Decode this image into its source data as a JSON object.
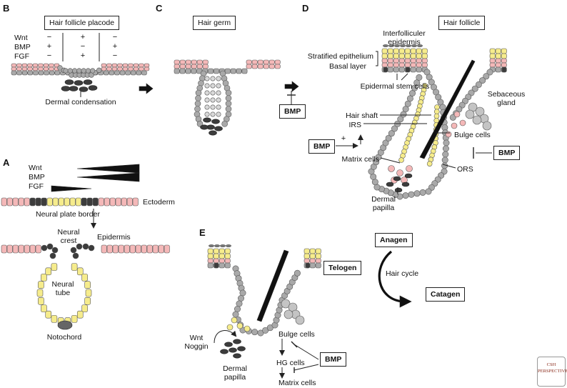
{
  "panels": {
    "a": "A",
    "b": "B",
    "c": "C",
    "d": "D",
    "e": "E"
  },
  "panel_b": {
    "title": "Hair follicle placode",
    "signals": [
      "Wnt",
      "BMP",
      "FGF"
    ],
    "signs": [
      [
        "−",
        "+",
        "−"
      ],
      [
        "+",
        "−",
        "+"
      ],
      [
        "−",
        "+",
        "−"
      ]
    ],
    "dermal_condensation": "Dermal condensation"
  },
  "panel_c": {
    "title": "Hair germ",
    "bmp": "BMP"
  },
  "panel_d": {
    "title": "Hair follicle",
    "interfollicular": "Interfolliculer\nepidermis",
    "stratified": "Stratified epithelium",
    "basal": "Basal layer",
    "stem_cells": "Epidermal stem cells",
    "sebaceous": "Sebaceous\ngland",
    "hair_shaft": "Hair shaft",
    "irs": "IRS",
    "bulge": "Bulge cells",
    "bmp_left": "BMP",
    "bmp_left_sign": "+",
    "bmp_right": "BMP",
    "matrix": "Matrix cells",
    "ors": "ORS",
    "dermal_papilla": "Dermal\npapilla"
  },
  "panel_a": {
    "signals": [
      "Wnt",
      "BMP",
      "FGF"
    ],
    "ectoderm": "Ectoderm",
    "neural_plate_border": "Neural plate border",
    "epidermis": "Epidermis",
    "neural_crest": "Neural\ncrest",
    "neural_tube": "Neural\ntube",
    "notochord": "Notochord"
  },
  "panel_e": {
    "anagen": "Anagen",
    "telogen": "Telogen",
    "hair_cycle": "Hair cycle",
    "catagen": "Catagen",
    "wnt_noggin": "Wnt\nNoggin",
    "bulge": "Bulge cells",
    "dermal_papilla": "Dermal\npapilla",
    "hg_cells": "HG cells",
    "bmp": "BMP",
    "matrix": "Matrix cells"
  },
  "logo": {
    "text": "CSH\nPERSPECTIVES"
  },
  "colors": {
    "pink": "#f4b8b8",
    "yellow": "#f6ec8c",
    "gray": "#a9a9a9",
    "dark": "#3c3c3c",
    "stroke": "#555555"
  }
}
